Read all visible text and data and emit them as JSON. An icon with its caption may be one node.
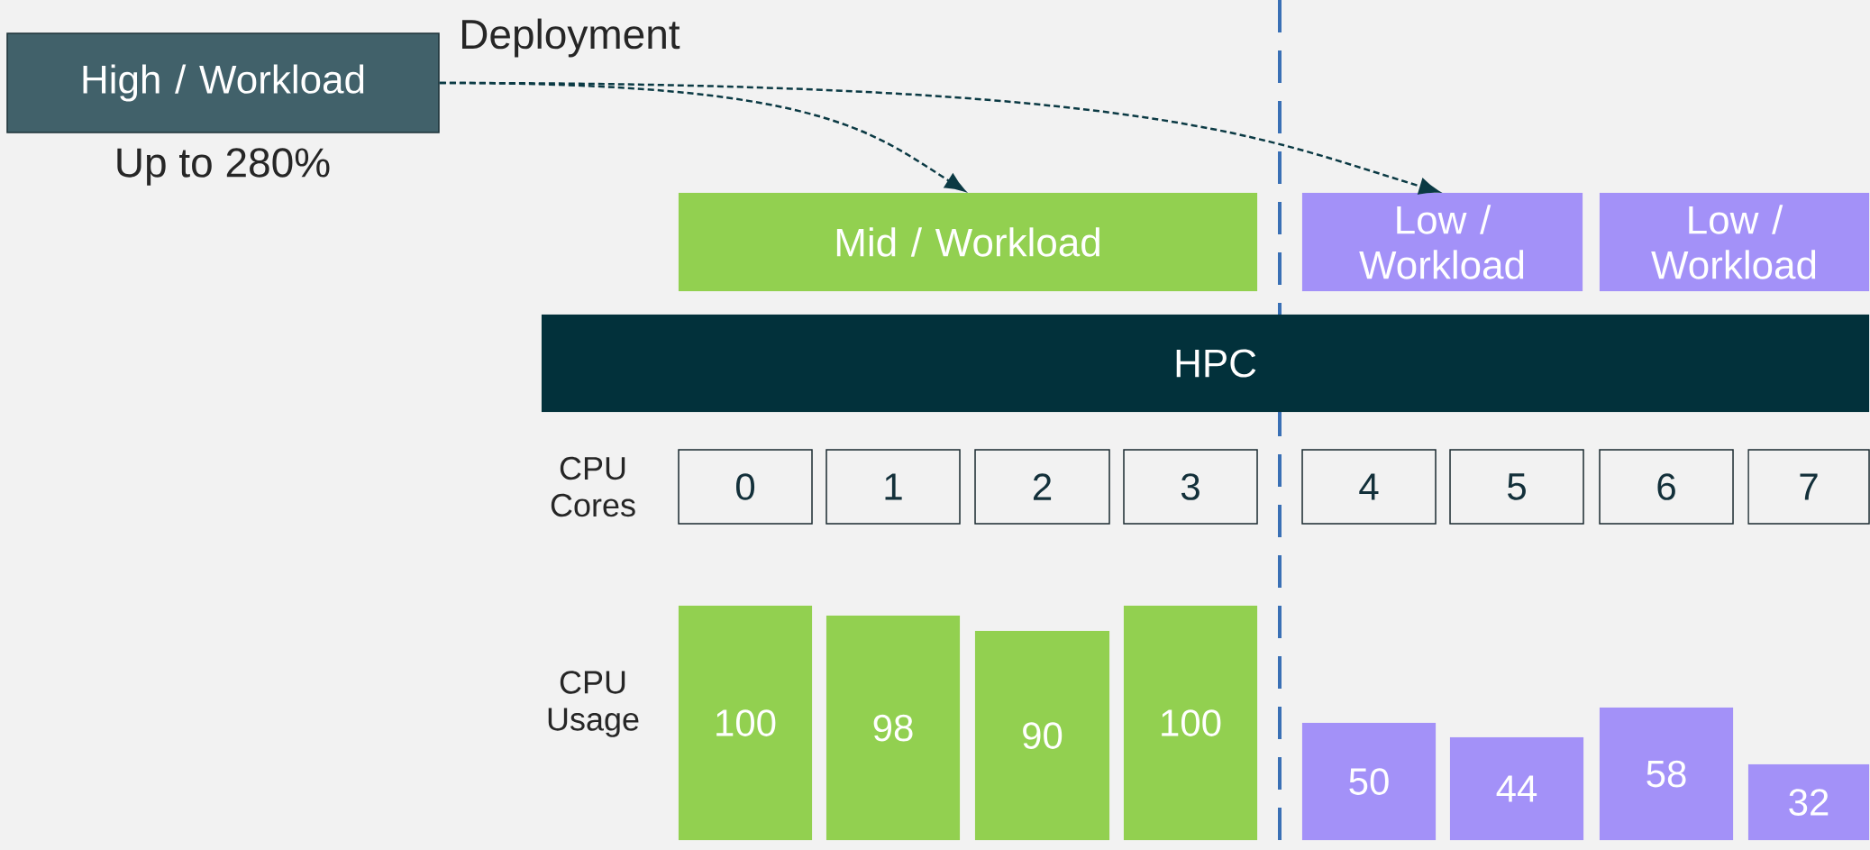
{
  "diagram": {
    "nodes": [
      {
        "text": [
          "High / Workload"
        ],
        "beside": [
          "Deployment",
          "Up to 280%"
        ]
      },
      {
        "text": [
          "Mid / Workload"
        ]
      },
      {
        "text": [
          "Low / Workload"
        ]
      },
      {
        "text": [
          "Low / Workload"
        ]
      },
      {
        "text": [
          "HPC"
        ]
      },
      {
        "text": [
          "0"
        ]
      },
      {
        "text": [
          "1"
        ]
      },
      {
        "text": [
          "2"
        ]
      },
      {
        "text": [
          "3"
        ]
      },
      {
        "text": [
          "4"
        ]
      },
      {
        "text": [
          "5"
        ]
      },
      {
        "text": [
          "6"
        ]
      },
      {
        "text": [
          "7"
        ]
      },
      {
        "text": [
          "100"
        ]
      },
      {
        "text": [
          "98"
        ]
      },
      {
        "text": [
          "90"
        ]
      },
      {
        "text": [
          "100"
        ]
      },
      {
        "text": [
          "50"
        ]
      },
      {
        "text": [
          "44"
        ]
      },
      {
        "text": [
          "58"
        ]
      },
      {
        "text": [
          "32"
        ]
      }
    ],
    "edges": [
      {
        "from": 0,
        "to": 1,
        "arrow": "to",
        "style": "dashed"
      },
      {
        "from": 0,
        "to": 2,
        "arrow": "to",
        "style": "dashed"
      }
    ],
    "labels": [
      "CPU Cores",
      "CPU Usage"
    ]
  }
}
